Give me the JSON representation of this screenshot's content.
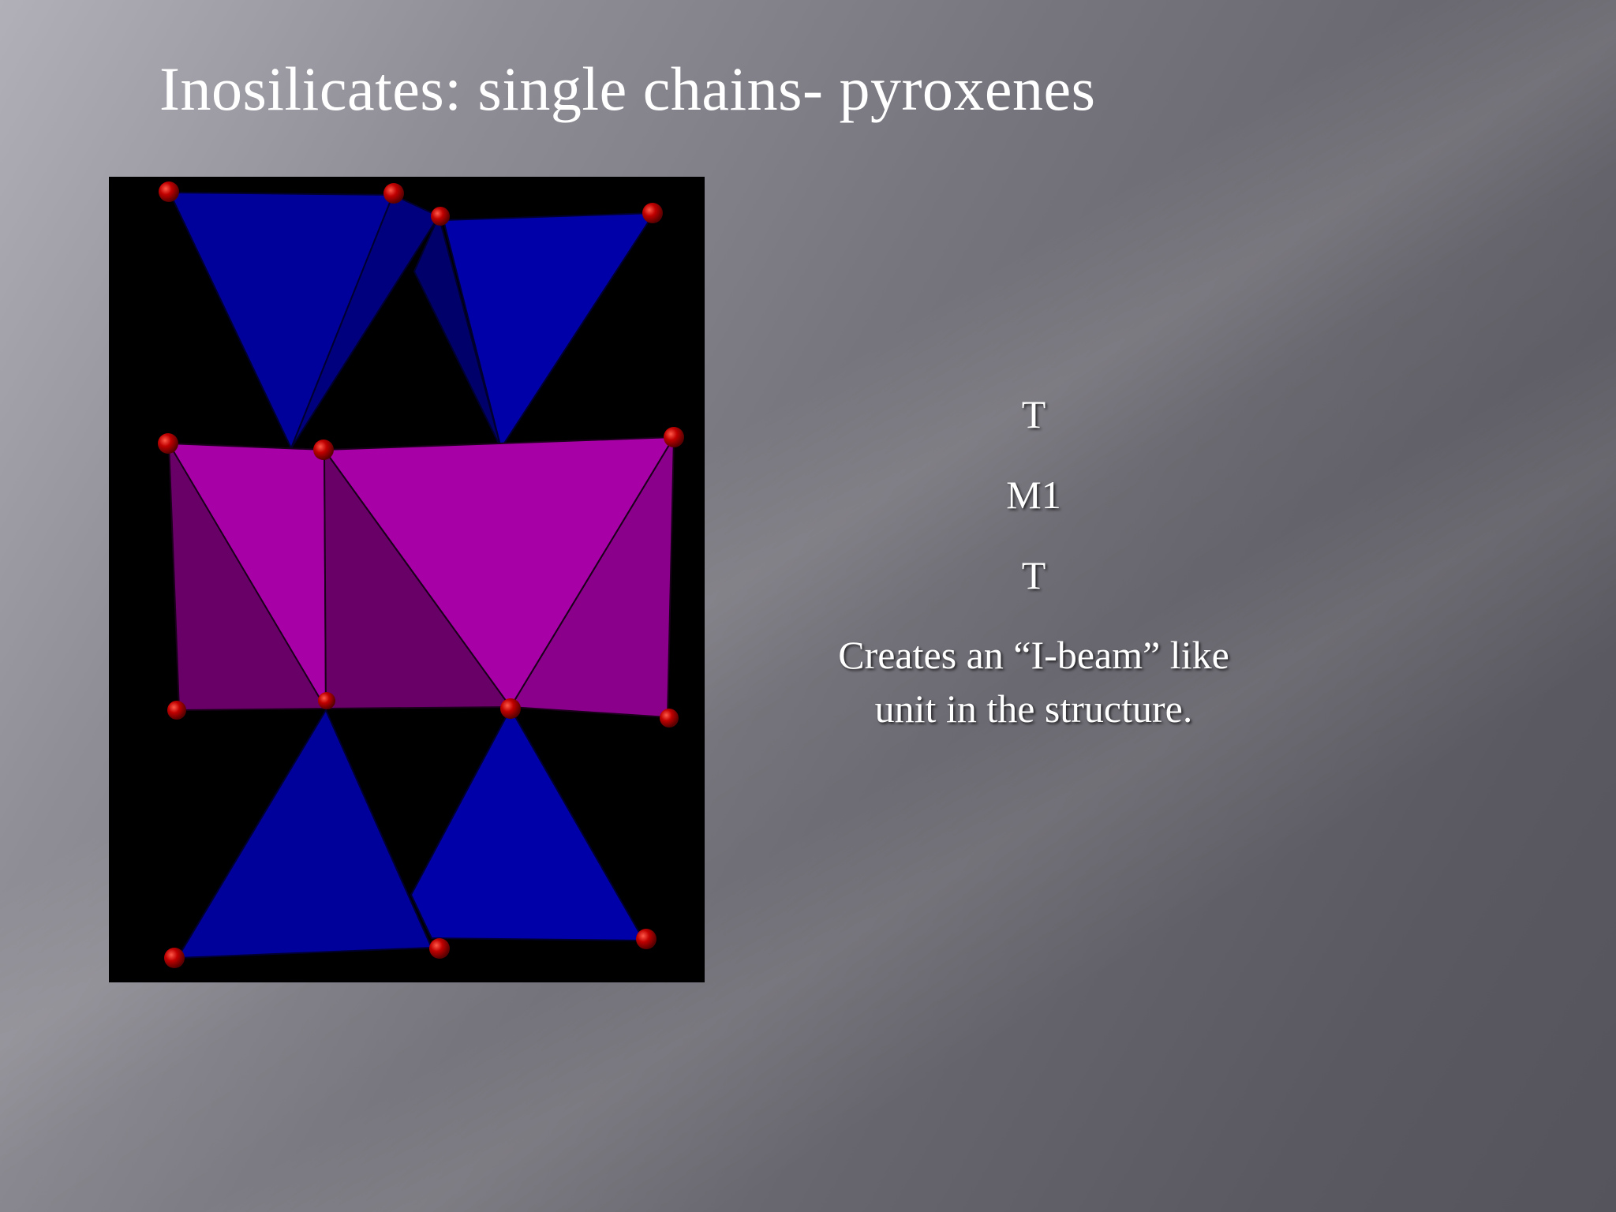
{
  "slide": {
    "title": "Inosilicates: single chains-  pyroxenes",
    "labels": [
      "T",
      "M1",
      "T"
    ],
    "caption": "Creates an “I-beam” like unit in the structure."
  },
  "figure": {
    "background_color": "#000000",
    "tetrahedron_color": "#0000a8",
    "tetrahedron_shade_color": "#00006e",
    "octahedron_color": "#a600a6",
    "octahedron_shade_color": "#680068",
    "oxygen_atom_color": "#b00000"
  }
}
